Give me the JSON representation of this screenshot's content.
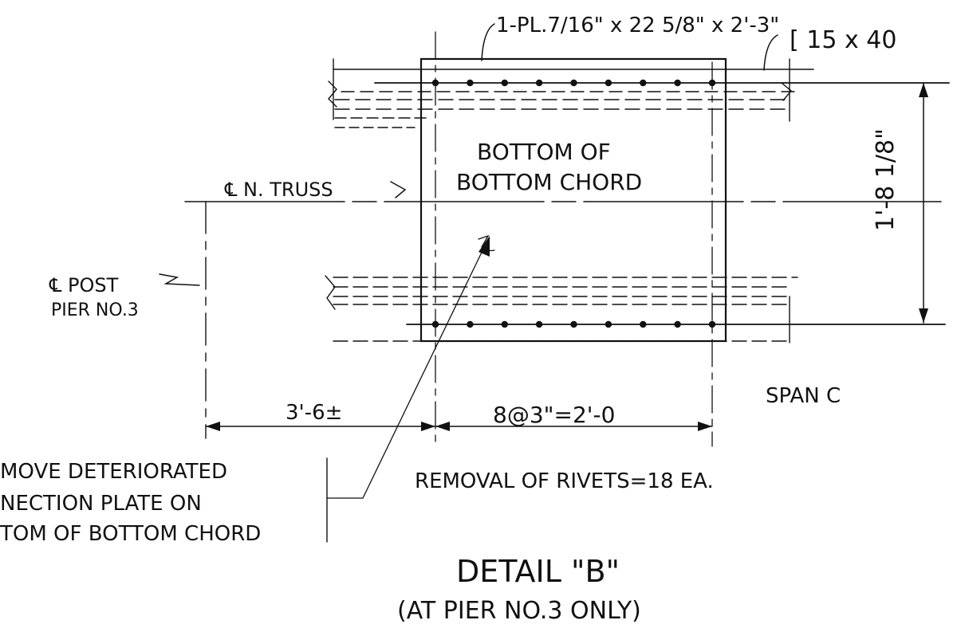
{
  "labels": {
    "plate_callout": "1-PL.7/16\" x 22 5/8\" x 2'-3\"",
    "channel_callout": "[ 15 x 40",
    "bottom_of": "BOTTOM OF",
    "bottom_chord": "BOTTOM CHORD",
    "truss_cl": "℄ N. TRUSS",
    "post_cl": "℄ POST",
    "pier": "PIER NO.3",
    "height_dim": "1'-8 1/8\"",
    "dim_left": "3'-6±",
    "dim_rivets": "8@3\"=2'-0",
    "span": "SPAN C",
    "rivet_removal": "REMOVAL OF RIVETS=18 EA.",
    "note_line1": "MOVE DETERIORATED",
    "note_line2": "NECTION PLATE ON",
    "note_line3": "TOM OF BOTTOM CHORD",
    "detail_title": "DETAIL \"B\"",
    "detail_subtitle": "(AT PIER NO.3 ONLY)"
  },
  "rivets": {
    "top_row_count": 9,
    "bottom_row_count": 9
  }
}
